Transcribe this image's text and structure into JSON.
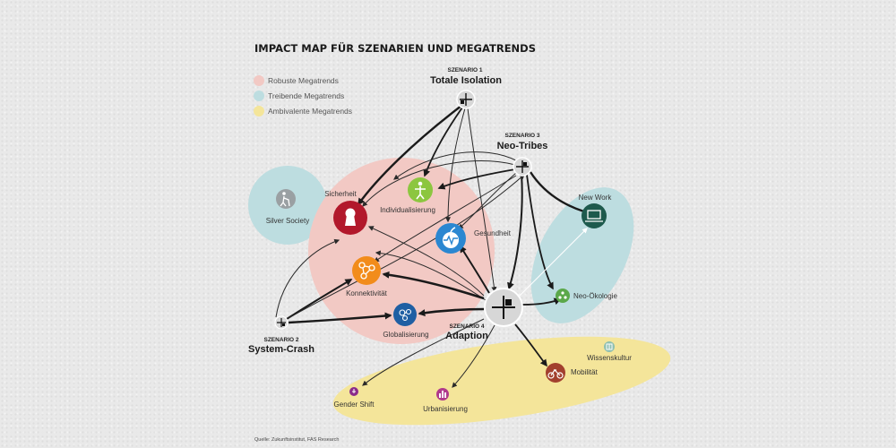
{
  "title": "IMPACT MAP FÜR SZENARIEN UND MEGATRENDS",
  "legend": {
    "robust": {
      "label": "Robuste Megatrends",
      "color": "#f2c9c4"
    },
    "driving": {
      "label": "Treibende Megatrends",
      "color": "#bddde0"
    },
    "ambivalent": {
      "label": "Ambivalente Megatrends",
      "color": "#f4e59a"
    }
  },
  "scenarios": {
    "s1": {
      "number": "SZENARIO 1",
      "name": "Totale Isolation"
    },
    "s2": {
      "number": "SZENARIO 2",
      "name": "System-Crash"
    },
    "s3": {
      "number": "SZENARIO 3",
      "name": "Neo-Tribes"
    },
    "s4": {
      "number": "SZENARIO 4",
      "name": "Adaption"
    }
  },
  "trends": {
    "sicherheit": {
      "label": "Sicherheit",
      "color": "#b2182b",
      "icon": "keyhole-icon"
    },
    "individualisierung": {
      "label": "Individualisierung",
      "color": "#8cc63f",
      "icon": "person-icon"
    },
    "gesundheit": {
      "label": "Gesundheit",
      "color": "#2b87d1",
      "icon": "apple-heartbeat-icon"
    },
    "konnektivitaet": {
      "label": "Konnektivität",
      "color": "#f28c1b",
      "icon": "network-icon"
    },
    "globalisierung": {
      "label": "Globalisierung",
      "color": "#1f5fa3",
      "icon": "globe-network-icon"
    },
    "silver_society": {
      "label": "Silver Society",
      "color": "#9aa0a3",
      "icon": "elderly-person-icon"
    },
    "new_work": {
      "label": "New Work",
      "color": "#1e5a4d",
      "icon": "laptop-icon"
    },
    "neo_oekologie": {
      "label": "Neo-Ökologie",
      "color": "#5ba84a",
      "icon": "recycle-icon"
    },
    "wissenskultur": {
      "label": "Wissenskultur",
      "color": "#8fbfb0",
      "icon": "book-icon"
    },
    "mobilitaet": {
      "label": "Mobilität",
      "color": "#a2402e",
      "icon": "bicycle-icon"
    },
    "gender_shift": {
      "label": "Gender Shift",
      "color": "#8b2c8a",
      "icon": "gender-icon"
    },
    "urbanisierung": {
      "label": "Urbanisierung",
      "color": "#b03a8c",
      "icon": "buildings-icon"
    }
  },
  "source": "Quelle: Zukunftsinstitut, FAS Research"
}
